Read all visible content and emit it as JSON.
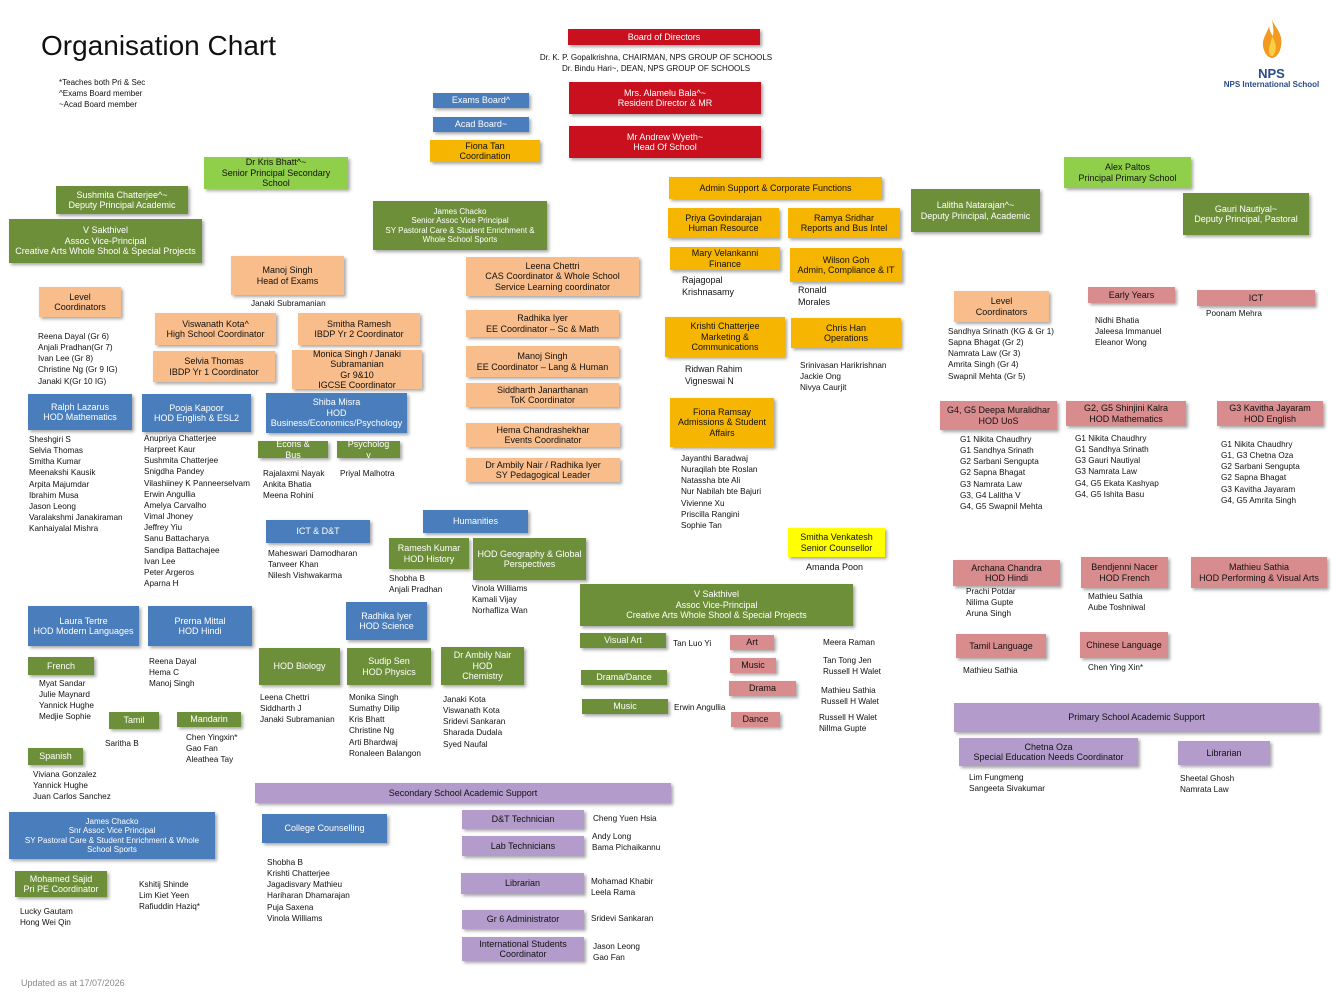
{
  "title": "Organisation Chart",
  "notes": "*Teaches both Pri & Sec\n^Exams Board member\n~Acad Board member",
  "chair_text": "Dr. K. P. Gopalkrishna, CHAIRMAN, NPS GROUP OF SCHOOLS\nDr. Bindu Hari~, DEAN, NPS GROUP OF SCHOOLS",
  "logo": {
    "brand": "NPS",
    "subtitle": "NPS International School"
  },
  "updated": "Updated as at 17/07/2026",
  "boxes": {
    "board_directors": "Board of Directors",
    "alamelu": "Mrs. Alamelu Bala^~\nResident Director & MR",
    "andrew": "Mr Andrew Wyeth~\nHead Of School",
    "exams_board": "Exams Board^",
    "acad_board": "Acad Board~",
    "fiona_tan": "Fiona Tan\nCoordination",
    "kris_bhatt": "Dr Kris Bhatt^~\nSenior Principal Secondary School",
    "sushmita": "Sushmita Chatterjee^~\nDeputy Principal Academic",
    "v_sakthivel_top": "V Sakthivel\nAssoc Vice-Principal\nCreative Arts Whole Shool & Special Projects",
    "james_chacko_top": "James Chacko\nSenior Assoc Vice Principal\nSY Pastoral Care & Student Enrichment & Whole School Sports",
    "admin_support": "Admin  Support & Corporate Functions",
    "priya": "Priya Govindarajan\nHuman Resource",
    "ramya": "Ramya Sridhar\nReports and Bus Intel",
    "mary": "Mary Velankanni\nFinance",
    "wilson": "Wilson Goh\nAdmin, Compliance & IT",
    "lalitha": "Lalitha Natarajan^~\nDeputy Principal, Academic",
    "alex": "Alex Paltos\nPrincipal Primary School",
    "gauri": "Gauri Nautiyal~\nDeputy Principal, Pastoral",
    "manoj_exams": "Manoj Singh\nHead of Exams",
    "leena_cas": "Leena Chettri\nCAS Coordinator & Whole School Service Learning coordinator",
    "level_coord_sec": "Level\nCoordinators",
    "viswanath": "Viswanath Kota^\nHigh School Coordinator",
    "smitha_ramesh": "Smitha Ramesh\nIBDP Yr 2 Coordinator",
    "selvia": "Selvia Thomas\nIBDP Yr 1 Coordinator",
    "monica": "Monica Singh / Janaki Subramanian\nGr 9&10\nIGCSE Coordinator",
    "radhika_ee": "Radhika Iyer\nEE Coordinator – Sc & Math",
    "manoj_ee": "Manoj Singh\nEE Coordinator – Lang & Human",
    "siddharth_tok": "Siddharth Janarthanan\nToK Coordinator",
    "hema_events": "Hema Chandrashekhar\nEvents Coordinator",
    "ambily_radhika": "Dr Ambily Nair / Radhika Iyer\nSY Pedagogical Leader",
    "kristhi": "Krishti Chatterjee\nMarketing & Communications",
    "chris_han": "Chris Han\nOperations",
    "fiona_ramsay": "Fiona Ramsay\nAdmissions & Student Affairs",
    "smitha_venkatesh": "Smitha Venkatesh\nSenior Counsellor",
    "ralph": "Ralph Lazarus\nHOD Mathematics",
    "pooja": "Pooja Kapoor\nHOD English & ESL2",
    "shiba": "Shiba Misra\nHOD\nBusiness/Economics/Psychology",
    "econs_bus": "Econs &\nBus",
    "psychology": "Psycholog\ny",
    "ict_dt": "ICT & D&T",
    "humanities": "Humanities",
    "ramesh": "Ramesh Kumar HOD History",
    "hod_geo": "HOD Geography & Global Perspectives",
    "v_sakthivel_mid": "V Sakthivel\nAssoc Vice-Principal\nCreative Arts Whole Shool & Special Projects",
    "visual_art": "Visual Art",
    "drama_dance": "Drama/Dance",
    "music_green": "Music",
    "art_pink": "Art",
    "music_pink": "Music",
    "drama_pink": "Drama",
    "dance_pink": "Dance",
    "laura": "Laura Tertre\nHOD Modern Languages",
    "prerna": "Prerna Mittal\nHOD Hindi",
    "radhika_sci": "Radhika Iyer\nHOD Science",
    "hod_bio": "HOD Biology",
    "sudip": "Sudip Sen\nHOD Physics",
    "ambily_chem": "Dr Ambily Nair\nHOD\nChemistry",
    "french": "French",
    "tamil_sec": "Tamil",
    "mandarin": "Mandarin",
    "spanish": "Spanish",
    "sec_support": "Secondary School Academic Support",
    "james_chacko_bottom": "James Chacko\nSnr Assoc Vice Principal\nSY Pastoral Care & Student Enrichment & Whole School Sports",
    "college_counselling": "College Counselling",
    "dt_tech": "D&T Technician",
    "lab_tech": "Lab Technicians",
    "librarian_sec": "Librarian",
    "gr6_admin": "Gr 6 Administrator",
    "intl_students": "International Students Coordinator",
    "mohamed": "Mohamed Sajid\nPri PE Coordinator",
    "level_coord_pri": "Level\nCoordinators",
    "early_years": "Early Years",
    "ict_pri": "ICT",
    "deepa": "G4, G5 Deepa Muralidhar\nHOD UoS",
    "shinjini": "G2, G5 Shinjini Kalra\nHOD Mathematics",
    "kavitha": "G3 Kavitha Jayaram\nHOD English",
    "archana": "Archana Chandra\nHOD Hindi",
    "bendjenni": "Bendjenni Nacer\nHOD French",
    "mathieu_arts": "Mathieu Sathia\nHOD Performing & Visual Arts",
    "tamil_pri": "Tamil Language",
    "chinese": "Chinese Language",
    "pri_support": "Primary School Academic Support",
    "chetna": "Chetna Oza\nSpecial Education Needs Coordinator",
    "librarian_pri": "Librarian"
  },
  "lists": {
    "janaki_exams": "Janaki Subramanian",
    "level_sec": "Reena Dayal (Gr 6)\nAnjali Pradhan(Gr 7)\nIvan Lee (Gr 8)\nChristine Ng (Gr 9 IG)\nJanaki K(Gr 10 IG)",
    "rajagopal": "Rajagopal\nKrishnasamy",
    "ronald": "Ronald\nMorales",
    "ridwan": "Ridwan Rahim\nVigneswai N",
    "chris_team": "Srinivasan Harikrishnan\nJackie Ong\nNivya Caurjit",
    "fiona_team": "Jayanthi Baradwaj\nNuraqilah bte Roslan\nNatassha bte Ali\nNur Nabilah bte Bajuri\nVivienne Xu\nPriscilla Rangini\nSophie Tan",
    "amanda": "Amanda Poon",
    "math_team": "Sheshgiri S\nSelvia Thomas\nSmitha Kumar\nMeenakshi Kausik\nArpita Majumdar\nIbrahim Musa\nJason Leong\nVaralakshmi Janakiraman\nKanhaiyalal Mishra",
    "english_team": "Anupriya Chatterjee\nHarpreet Kaur\nSushmita Chatterjee\nSnigdha Pandey\nVilashiiney K Panneerselvam\nErwin Angullia\nAmelya Carvalho\nVimal Jhoney\nJeffrey Yiu\nSanu Battacharya\nSandipa Battachajee\nIvan Lee\nPeter Argeros\nAparna H",
    "econs_team": "Rajalaxmi Nayak\nAnkita Bhatia\nMeena Rohini",
    "psych_team": "Priyal Malhotra",
    "ict_team": "Maheswari Damodharan\nTanveer Khan\nNilesh Vishwakarma",
    "history_team": "Shobha B\nAnjali Pradhan",
    "geo_team": "Vinola Williams\nKamali Vijay\nNorhafliza Wan",
    "visual_art_team": "Tan Luo Yi",
    "music_green_team": "Erwin Angullia",
    "art_team": "Meera Raman",
    "music_team": "Tan Tong Jen\nRussell H Walet",
    "drama_team": "Mathieu Sathia\nRussell H Walet",
    "dance_team": "Russell H Walet\nNillma Gupte",
    "hindi_team": "Reena Dayal\nHema C\nManoj Singh",
    "french_team": "Myat Sandar\nJulie Maynard\nYannick Hughe\nMedjie Sophie",
    "tamil_team": "Saritha B",
    "mandarin_team": "Chen Yingxin*\nGao Fan\nAleathea Tay",
    "spanish_team": "Viviana Gonzalez\nYannick Hughe\nJuan Carlos Sanchez",
    "bio_team": "Leena Chettri\nSiddharth J\nJanaki Subramanian",
    "physics_team": "Monika Singh\nSumathy Dilip\nKris Bhatt\nChristine Ng\nArti Bhardwaj\nRonaleen Balangon",
    "chem_team": "Janaki Kota\nViswanath Kota\nSridevi Sankaran\nSharada Dudala\nSyed Naufal",
    "pe_team": "Kshitij Shinde\nLim Kiet Yeen\nRafiuddin Haziq*",
    "pe_team2": "Lucky Gautam\nHong Wei Qin",
    "college_team": "Shobha B\nKrishti Chatterjee\nJagadisvary Mathieu\nHariharan Dhamarajan\nPuja Saxena\nVinola Williams",
    "dt_team": "Cheng Yuen Hsia",
    "lab_team": "Andy Long\nBama Pichaikannu",
    "librarian_sec_team": "Mohamad Khabir\nLeela Rama",
    "gr6_team": "Sridevi Sankaran",
    "intl_team": "Jason Leong\nGao Fan",
    "level_pri": "Sandhya Srinath (KG & Gr 1)\nSapna Bhagat (Gr 2)\nNamrata Law (Gr 3)\nAmrita Singh (Gr 4)\nSwapnil Mehta (Gr 5)",
    "early_team": "Nidhi Bhatia\nJaleesa Immanuel\nEleanor Wong",
    "ict_pri_team": "Poonam Mehra",
    "deepa_team": "G1       Nikita Chaudhry\nG1       Sandhya Srinath\nG2       Sarbani Sengupta\nG2       Sapna Bhagat\nG3       Namrata Law\nG3, G4 Lalitha V\nG4, G5 Swapnil Mehta",
    "shinjini_team": "G1       Nikita Chaudhry\nG1       Sandhya Srinath\nG3       Gauri Nautiyal\nG3       Namrata Law\nG4, G5 Ekata Kashyap\nG4, G5 Ishita Basu",
    "kavitha_team": "G1       Nikita Chaudhry\nG1, G3 Chetna Oza\nG2       Sarbani Sengupta\nG2       Sapna Bhagat\nG3       Kavitha Jayaram\nG4, G5 Amrita Singh",
    "archana_team": "Prachi Potdar\nNilima Gupte\nAruna Singh",
    "bendjenni_team": "Mathieu Sathia\nAube Toshniwal",
    "tamil_pri_team": "Mathieu Sathia",
    "chinese_team": "Chen Ying Xin*",
    "chetna_team": "Lim Fungmeng\nSangeeta Sivakumar",
    "librarian_pri_team": "Sheetal Ghosh\nNamrata Law"
  },
  "colors": {
    "red": "#c8101e",
    "blue": "#4a7dbc",
    "green": "#6e8f3a",
    "light_green": "#8fcf4a",
    "gold": "#f6b500",
    "peach": "#f8bd8a",
    "pink": "#d98c8e",
    "lavender": "#b39ccb",
    "yellow": "#ffff00"
  },
  "icons": {
    "logo": "flame-icon"
  }
}
